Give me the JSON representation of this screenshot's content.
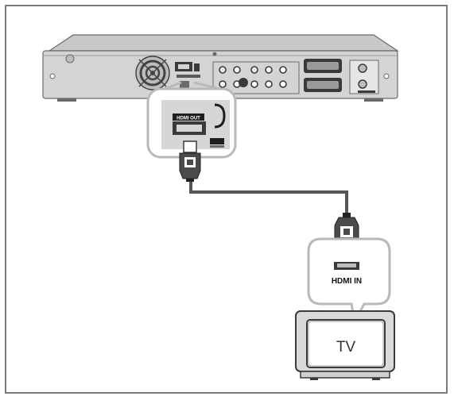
{
  "labels": {
    "player_port": "HDMI OUT",
    "tv_port": "HDMI IN",
    "tv_screen": "TV"
  },
  "colors": {
    "frame": "#7c7c7c",
    "player_body": "#d2d2d2",
    "player_dark": "#6a6a6a",
    "callout_border": "#b9b9b9",
    "cable": "#555555",
    "plug": "#4a4a4a",
    "tv_body": "#d9d9d9"
  }
}
